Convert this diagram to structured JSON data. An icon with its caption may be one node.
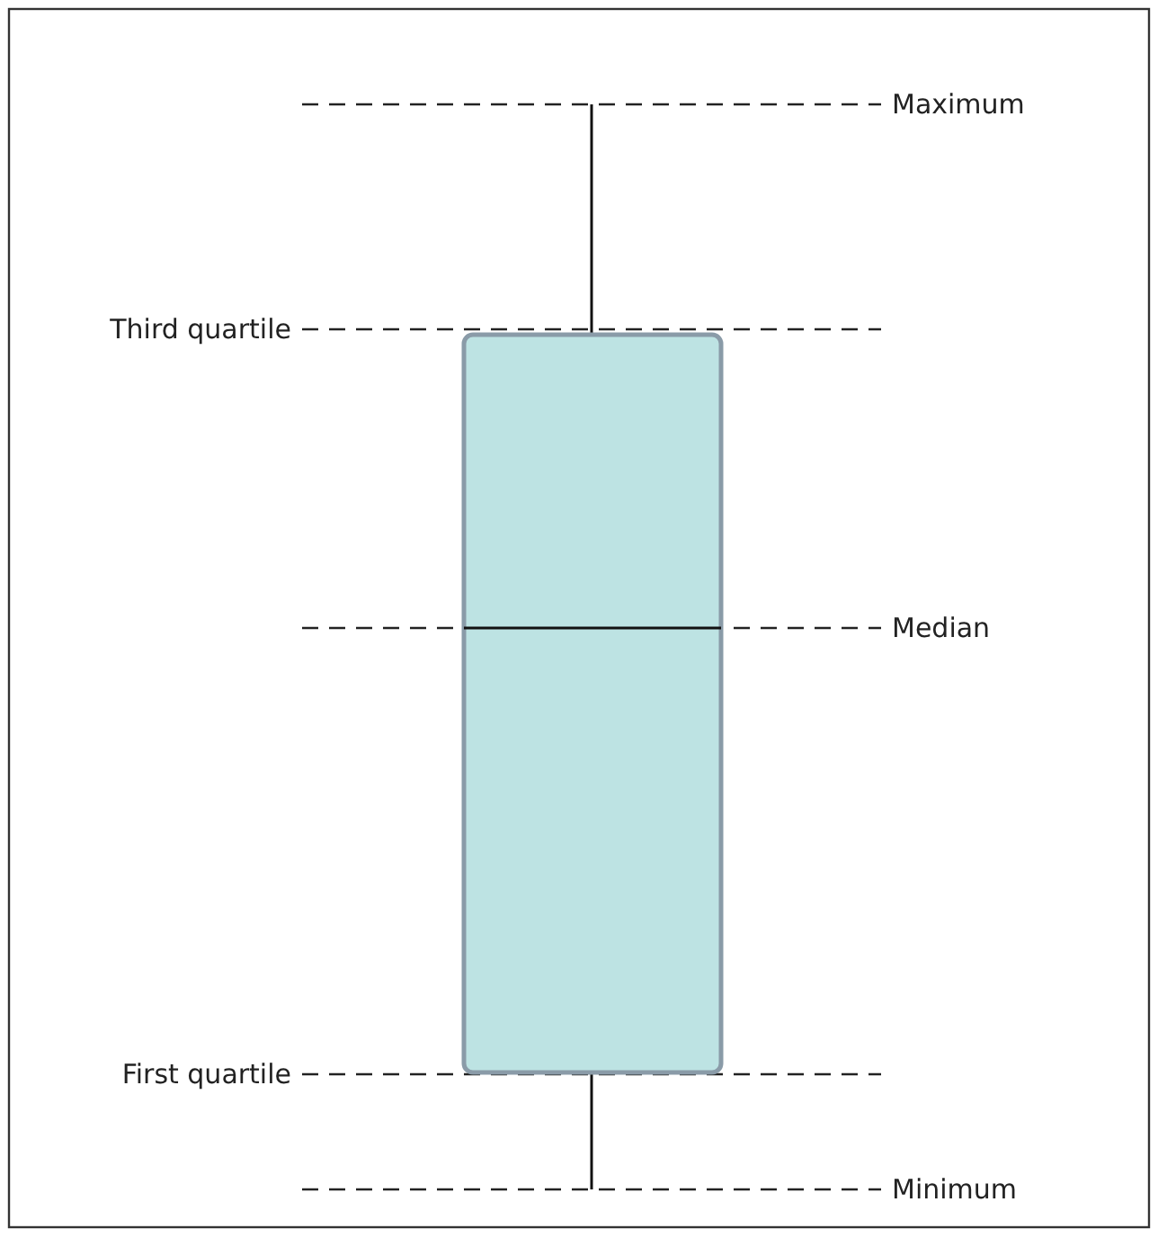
{
  "diagram": {
    "labels": [
      "Maximum",
      "Third quartile",
      "Median",
      "First quartile",
      "Minimum"
    ]
  }
}
